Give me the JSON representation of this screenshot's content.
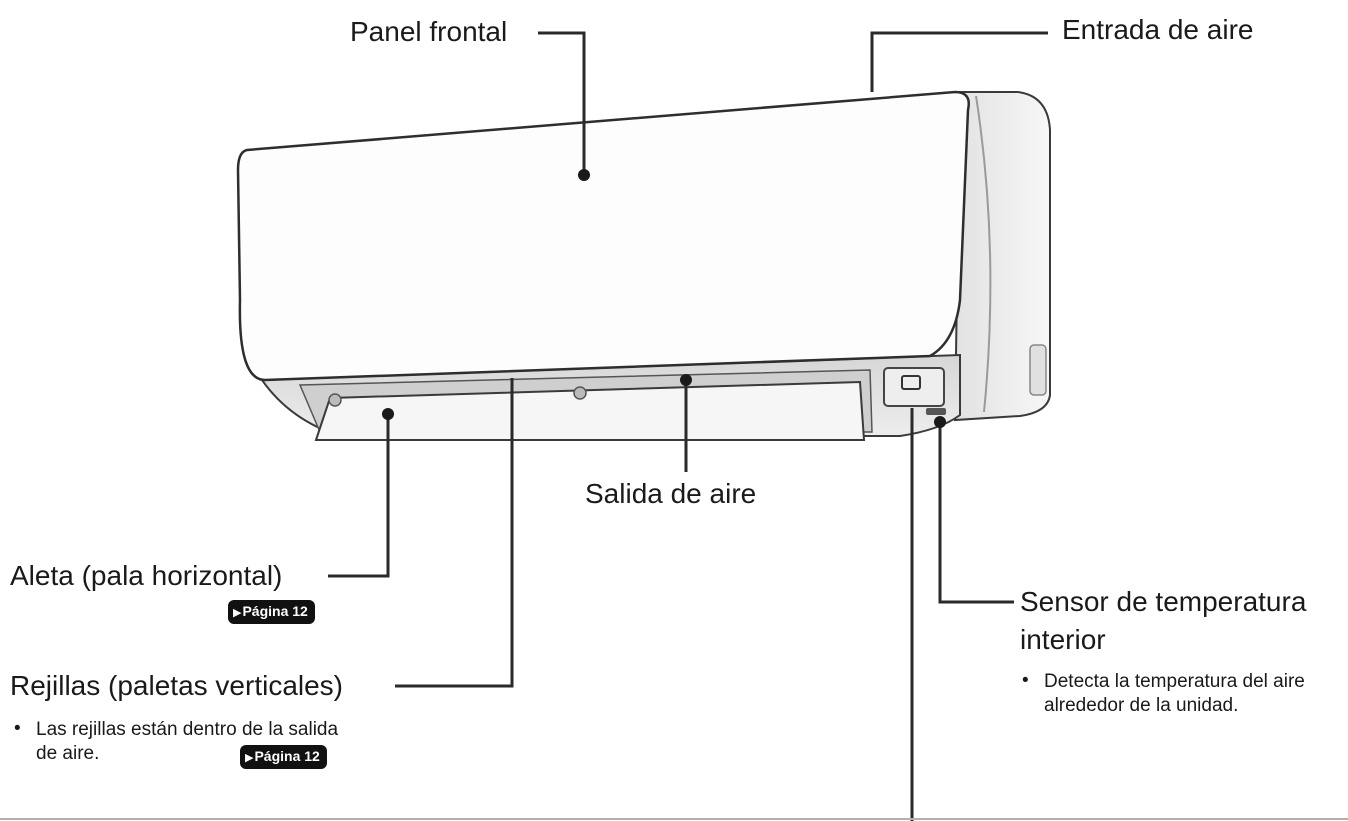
{
  "labels": {
    "panel_frontal": "Panel frontal",
    "entrada_aire": "Entrada de aire",
    "salida_aire": "Salida de aire",
    "aleta": "Aleta (pala horizontal)",
    "aleta_page": "Página 12",
    "rejillas": "Rejillas (paletas verticales)",
    "rejillas_note": "Las rejillas están dentro de la salida de aire.",
    "rejillas_page": "Página 12",
    "sensor_line1": "Sensor de temperatura",
    "sensor_line2": "interior",
    "sensor_note": "Detecta la temperatura del aire alrededor de la unidad."
  },
  "colors": {
    "unit_body": "#f4f4f4",
    "outline": "#3a3a3a",
    "leader": "#2a2a2a",
    "badge": "#111111"
  }
}
